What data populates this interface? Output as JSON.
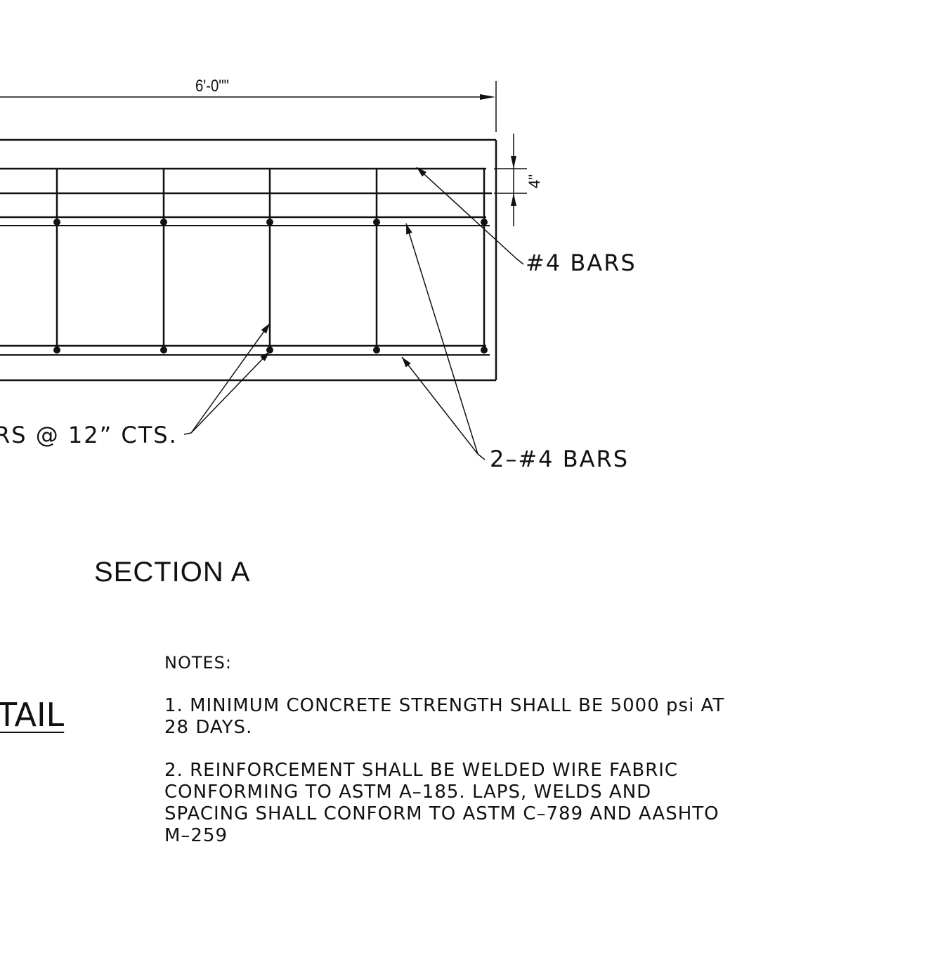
{
  "dimensions": {
    "width_label": "6'-0\"\"",
    "cover_label": "4\""
  },
  "callouts": {
    "top_bars": "#4 BARS",
    "stirrups": "RS @ 12” CTS.",
    "longitudinal_bars": "2–#4 BARS"
  },
  "section_title": "SECTION A",
  "detail_title": "TAIL",
  "notes": {
    "heading": "NOTES:",
    "items": [
      "1. MINIMUM CONCRETE STRENGTH SHALL BE 5000 psi AT\n28 DAYS.",
      "2. REINFORCEMENT SHALL BE WELDED WIRE FABRIC\nCONFORMING TO ASTM A–185. LAPS, WELDS AND\nSPACING SHALL CONFORM TO ASTM C–789 AND AASHTO\nM–259"
    ]
  },
  "colors": {
    "ink": "#111111",
    "paper": "#ffffff"
  }
}
